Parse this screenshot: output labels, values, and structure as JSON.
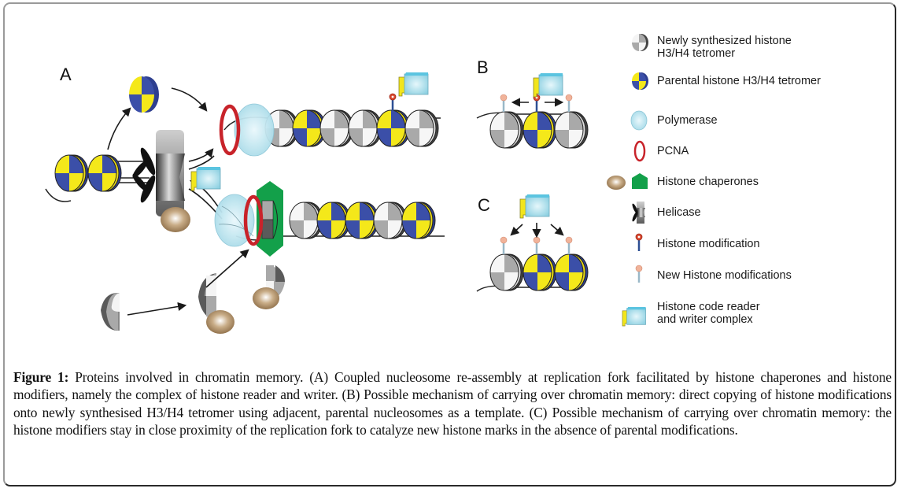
{
  "figure": {
    "panels": [
      {
        "id": "A",
        "label": "A"
      },
      {
        "id": "B",
        "label": "B"
      },
      {
        "id": "C",
        "label": "C"
      }
    ],
    "colors": {
      "parental_yellow": "#f4e81a",
      "parental_blue": "#3b4fa8",
      "new_light": "#f4f4f4",
      "new_gray": "#a9a9a9",
      "new_dark": "#5a5a5a",
      "polymerase": "#bfe6f0",
      "pcna": "#c8232a",
      "chaperone_green": "#13a04a",
      "chaperone_brown": "#9a7a52",
      "mod_red": "#d9482f",
      "mod_blue": "#2d4f93",
      "newmod_pink": "#f1b39a",
      "newmod_stem": "#9ab8c8",
      "complex_blue": "#9fdcea",
      "complex_yellow": "#f2e51c"
    }
  },
  "legend": {
    "items": [
      {
        "icon": "new-histone-tetramer-icon",
        "label": "Newly synthesized histone\nH3/H4 tetromer"
      },
      {
        "icon": "parental-histone-tetramer-icon",
        "label": "Parental histone H3/H4 tetromer"
      },
      {
        "icon": "polymerase-icon",
        "label": "Polymerase"
      },
      {
        "icon": "pcna-icon",
        "label": "PCNA"
      },
      {
        "icon": "histone-chaperones-icon",
        "label": "Histone chaperones"
      },
      {
        "icon": "helicase-icon",
        "label": "Helicase"
      },
      {
        "icon": "histone-modification-icon",
        "label": "Histone modification"
      },
      {
        "icon": "new-histone-modification-icon",
        "label": "New Histone modifications"
      },
      {
        "icon": "reader-writer-complex-icon",
        "label": "Histone code reader\nand writer complex"
      }
    ]
  },
  "caption": {
    "label": "Figure 1:",
    "text": " Proteins involved in chromatin memory. (A) Coupled nucleosome re-assembly at replication fork facilitated by histone chaperones and histone modifiers, namely the complex of histone reader and writer. (B) Possible mechanism of carrying over chromatin memory: direct copying of histone modifications onto newly synthesised H3/H4 tetromer using adjacent, parental nucleosomes as a template. (C) Possible mechanism of carrying over chromatin memory: the histone modifiers stay in close proximity of the replication fork to catalyze new histone marks in the absence of parental modifications."
  }
}
